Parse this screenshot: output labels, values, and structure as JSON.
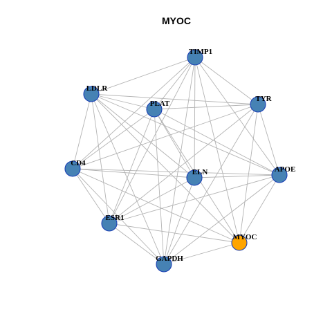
{
  "title": "MYOC",
  "colors": {
    "node_default": "#4682b4",
    "node_highlight": "#ffa500",
    "node_border": "#1a3fb5",
    "edge": "#b3b3b3"
  },
  "nodes": [
    {
      "id": "TIMP1",
      "label": "TIMP1",
      "highlight": false
    },
    {
      "id": "LDLR",
      "label": "LDLR",
      "highlight": false
    },
    {
      "id": "PLAT",
      "label": "PLAT",
      "highlight": false
    },
    {
      "id": "TYR",
      "label": "TYR",
      "highlight": false
    },
    {
      "id": "CD4",
      "label": "CD4",
      "highlight": false
    },
    {
      "id": "ELN",
      "label": "ELN",
      "highlight": false
    },
    {
      "id": "APOE",
      "label": "APOE",
      "highlight": false
    },
    {
      "id": "ESR1",
      "label": "ESR1",
      "highlight": false
    },
    {
      "id": "MYOC",
      "label": "MYOC",
      "highlight": true
    },
    {
      "id": "GAPDH",
      "label": "GAPDH",
      "highlight": false
    }
  ],
  "edges": [
    [
      "TIMP1",
      "LDLR"
    ],
    [
      "TIMP1",
      "PLAT"
    ],
    [
      "TIMP1",
      "TYR"
    ],
    [
      "TIMP1",
      "CD4"
    ],
    [
      "TIMP1",
      "ELN"
    ],
    [
      "TIMP1",
      "APOE"
    ],
    [
      "TIMP1",
      "ESR1"
    ],
    [
      "TIMP1",
      "MYOC"
    ],
    [
      "TIMP1",
      "GAPDH"
    ],
    [
      "LDLR",
      "PLAT"
    ],
    [
      "LDLR",
      "TYR"
    ],
    [
      "LDLR",
      "CD4"
    ],
    [
      "LDLR",
      "ELN"
    ],
    [
      "LDLR",
      "APOE"
    ],
    [
      "LDLR",
      "ESR1"
    ],
    [
      "LDLR",
      "MYOC"
    ],
    [
      "LDLR",
      "GAPDH"
    ],
    [
      "PLAT",
      "TYR"
    ],
    [
      "PLAT",
      "CD4"
    ],
    [
      "PLAT",
      "ELN"
    ],
    [
      "PLAT",
      "APOE"
    ],
    [
      "PLAT",
      "ESR1"
    ],
    [
      "PLAT",
      "MYOC"
    ],
    [
      "PLAT",
      "GAPDH"
    ],
    [
      "TYR",
      "CD4"
    ],
    [
      "TYR",
      "APOE"
    ],
    [
      "TYR",
      "ESR1"
    ],
    [
      "TYR",
      "MYOC"
    ],
    [
      "TYR",
      "GAPDH"
    ],
    [
      "CD4",
      "ELN"
    ],
    [
      "CD4",
      "APOE"
    ],
    [
      "CD4",
      "ESR1"
    ],
    [
      "CD4",
      "MYOC"
    ],
    [
      "CD4",
      "GAPDH"
    ],
    [
      "ELN",
      "APOE"
    ],
    [
      "ELN",
      "ESR1"
    ],
    [
      "ELN",
      "GAPDH"
    ],
    [
      "APOE",
      "ESR1"
    ],
    [
      "APOE",
      "MYOC"
    ],
    [
      "APOE",
      "GAPDH"
    ],
    [
      "ESR1",
      "MYOC"
    ],
    [
      "ESR1",
      "GAPDH"
    ],
    [
      "MYOC",
      "GAPDH"
    ]
  ]
}
